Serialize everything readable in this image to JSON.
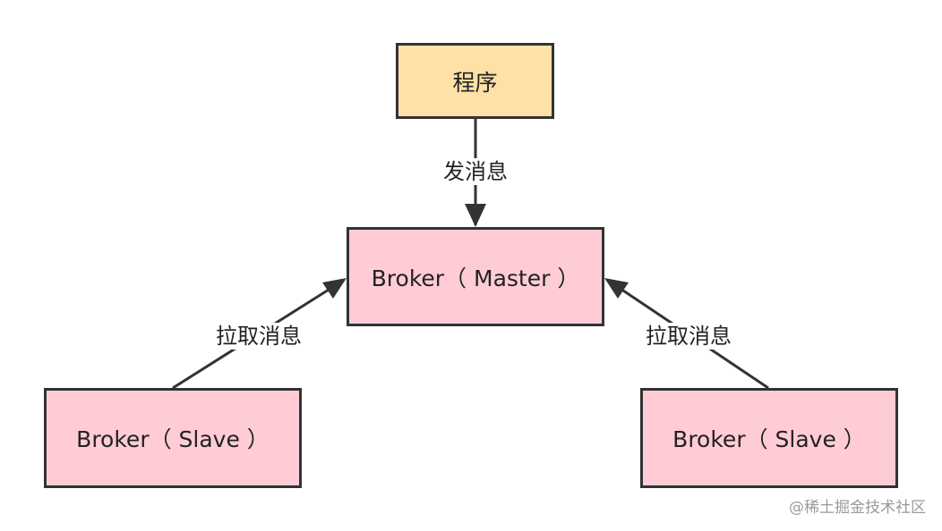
{
  "colors": {
    "program_fill": "#FFE0A6",
    "broker_fill": "#FFCCD6",
    "stroke": "#333333",
    "text": "#222222"
  },
  "nodes": {
    "program": "程序",
    "master": "Broker（ Master ）",
    "slave_left": "Broker（ Slave ）",
    "slave_right": "Broker（ Slave ）"
  },
  "edges": {
    "send": "发消息",
    "pull_left": "拉取消息",
    "pull_right": "拉取消息"
  },
  "watermark": "@稀土掘金技术社区"
}
